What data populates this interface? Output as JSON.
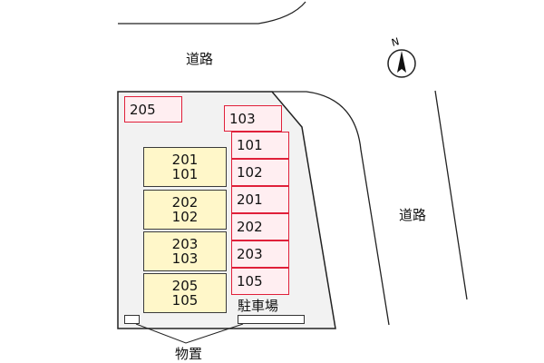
{
  "labels": {
    "road_top": "道路",
    "road_right": "道路",
    "parking": "駐車場",
    "storage": "物置",
    "north": "N"
  },
  "buildings": [
    {
      "line1": "201",
      "line2": "101"
    },
    {
      "line1": "202",
      "line2": "102"
    },
    {
      "line1": "203",
      "line2": "103"
    },
    {
      "line1": "205",
      "line2": "105"
    }
  ],
  "parking_spaces": [
    "205",
    "103",
    "101",
    "102",
    "201",
    "202",
    "203",
    "105"
  ],
  "colors": {
    "building_fill": "#fff7c9",
    "parking_fill": "#ffeef1",
    "parking_border": "#e0203a",
    "lot_fill": "#f2f2f2"
  }
}
